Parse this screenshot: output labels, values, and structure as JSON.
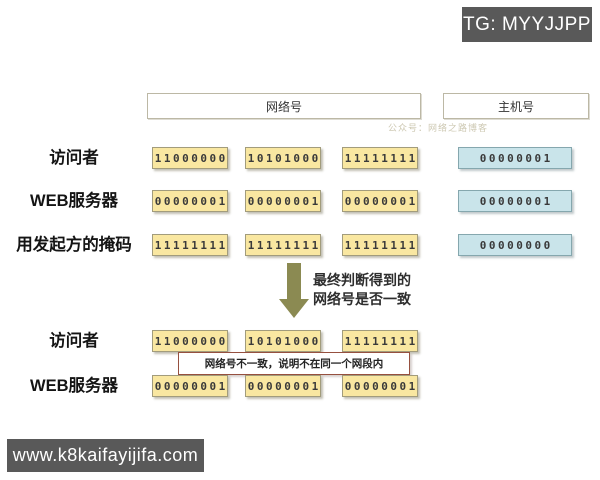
{
  "badges": {
    "tg": "TG: MYYJJPP",
    "site": "www.k8kaifayijifa.com"
  },
  "headers": {
    "network": "网络号",
    "host": "主机号"
  },
  "watermark": "公众号：网络之路博客",
  "top_section": {
    "rows": [
      {
        "label": "访问者",
        "cells": [
          "11000000",
          "10101000",
          "11111111"
        ],
        "host": "00000001"
      },
      {
        "label": "WEB服务器",
        "cells": [
          "00000001",
          "00000001",
          "00000001"
        ],
        "host": "00000001"
      },
      {
        "label": "用发起方的掩码",
        "cells": [
          "11111111",
          "11111111",
          "11111111"
        ],
        "host": "00000000"
      }
    ]
  },
  "arrow_note": {
    "line1": "最终判断得到的",
    "line2": "网络号是否一致"
  },
  "bottom_section": {
    "rows": [
      {
        "label": "访问者",
        "cells": [
          "11000000",
          "10101000",
          "11111111"
        ]
      },
      {
        "label": "WEB服务器",
        "cells": [
          "00000001",
          "00000001",
          "00000001"
        ]
      }
    ],
    "note": "网络号不一致，说明不在同一个网段内"
  },
  "colors": {
    "badge_bg": "#595959",
    "badge_text": "#ffffff",
    "cell_yellow_fill": "#f9e7a1",
    "cell_yellow_border": "#a29c7c",
    "cell_blue_fill": "#c9e4ea",
    "cell_blue_border": "#85a7ae",
    "header_border": "#bcb8a5",
    "note_border": "#96503f",
    "arrow_color": "#8b8a52"
  }
}
